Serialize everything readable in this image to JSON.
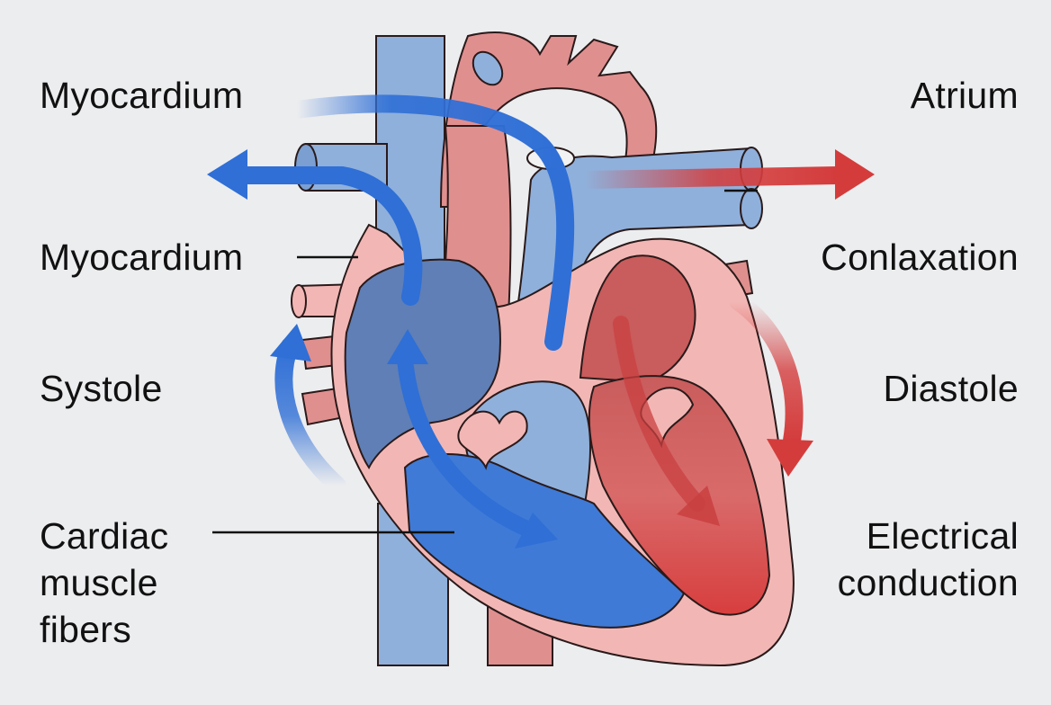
{
  "labels": {
    "left": [
      {
        "id": "myocardium-top",
        "lines": [
          "Myocardium"
        ]
      },
      {
        "id": "myocardium-mid",
        "lines": [
          "Myocardium"
        ]
      },
      {
        "id": "systole",
        "lines": [
          "Systole"
        ]
      },
      {
        "id": "cardiac-muscle-fibers",
        "lines": [
          "Cardiac",
          "muscle",
          "fibers"
        ]
      }
    ],
    "right": [
      {
        "id": "atrium",
        "lines": [
          "Atrium"
        ]
      },
      {
        "id": "conlaxation",
        "lines": [
          "Conlaxation"
        ]
      },
      {
        "id": "diastole",
        "lines": [
          "Diastole"
        ]
      },
      {
        "id": "electrical-conduction",
        "lines": [
          "Electrical",
          "conduction"
        ]
      }
    ]
  },
  "colors": {
    "background": "#ecedef",
    "deoxygenated_blue": "#8fb0db",
    "deep_blue": "#5f7fb6",
    "bright_blue": "#2f6fd6",
    "oxygenated_red": "#e08f8f",
    "pink_wall": "#f2b7b5",
    "bright_red": "#d43c3c",
    "outline": "#2a1a1a"
  },
  "icons": [
    "blue-left-arrow-icon",
    "red-right-arrow-icon",
    "blue-curved-arrow-icon",
    "red-curved-arrow-icon"
  ]
}
